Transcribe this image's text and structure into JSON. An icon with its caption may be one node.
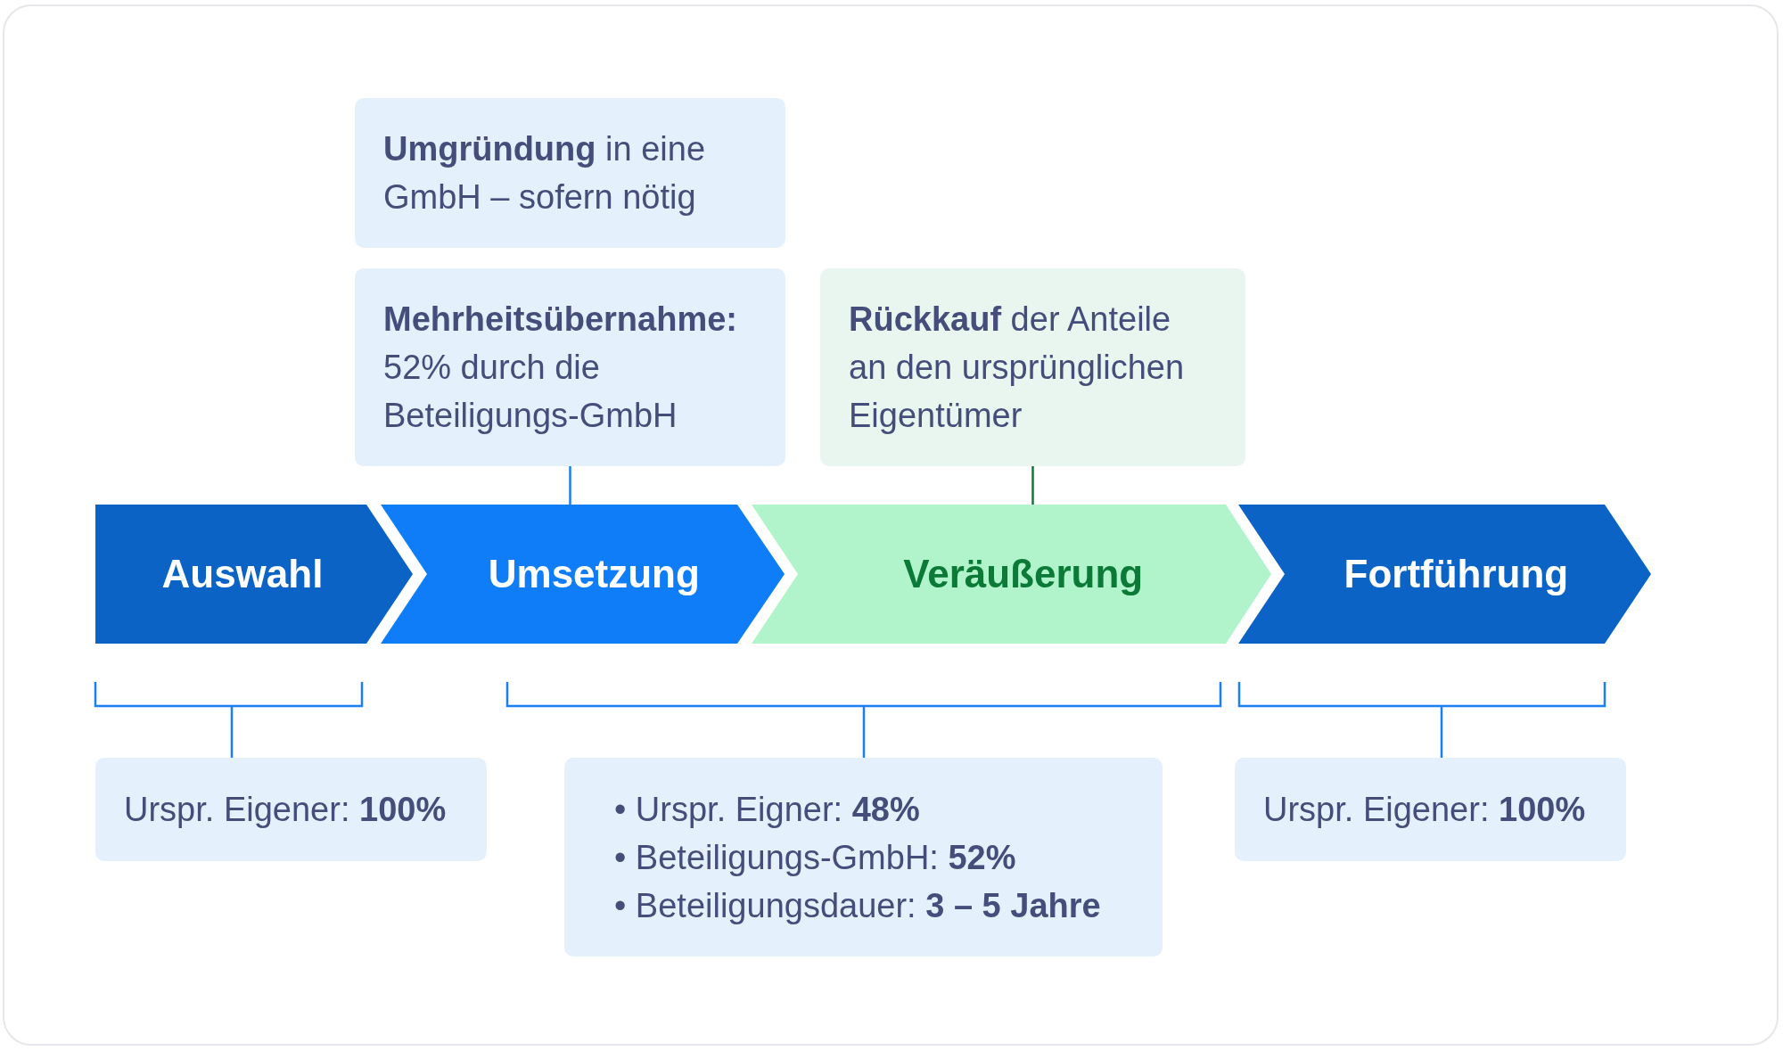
{
  "diagram": {
    "nodes": [
      {
        "text": [
          "**Umgründung** in eine GmbH – sofern nötig"
        ]
      },
      {
        "text": [
          "**Mehrheitsübernahme:** 52% durch die Beteiligungs-GmbH"
        ]
      },
      {
        "text": [
          "**Rückkauf** der Anteile an den ursprünglichen Eigentümer"
        ]
      },
      {
        "text": [
          "Auswahl"
        ]
      },
      {
        "text": [
          "Umsetzung"
        ]
      },
      {
        "text": [
          "Veräußerung"
        ]
      },
      {
        "text": [
          "Fortführung"
        ]
      },
      {
        "text": [
          "Urspr. Eigener: **100%**"
        ]
      },
      {
        "text": [
          "• Urspr. Eigner: **48%**",
          "• Beteiligungs-GmbH: **52%**",
          "• Beteiligungsdauer: **3 – 5 Jahre**"
        ]
      },
      {
        "text": [
          "Urspr. Eigener: **100%**"
        ]
      }
    ],
    "edges": [
      {
        "from": 1,
        "to": 4,
        "arrow": "none"
      },
      {
        "from": 2,
        "to": 5,
        "arrow": "none",
        "color": "#0b7a37"
      }
    ]
  }
}
